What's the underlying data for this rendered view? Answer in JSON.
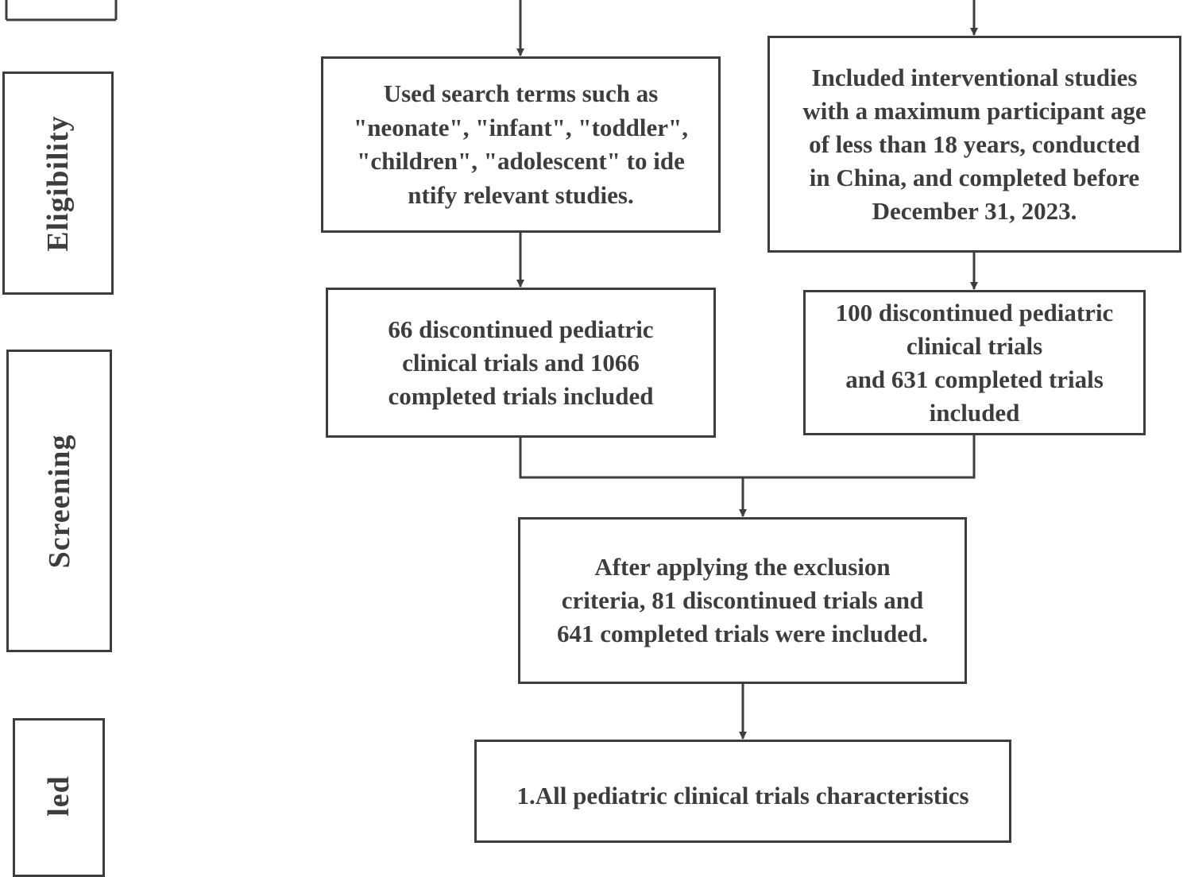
{
  "stages": {
    "eligibility": "Eligibility",
    "screening": "Screening",
    "enrolled_partial": "led"
  },
  "boxes": {
    "search_terms": "Used search terms such as\n\"neonate\", \"infant\", \"toddler\",\n\"children\", \"adolescent\" to ide\nntify relevant studies.",
    "inclusion_criteria": "Included interventional studies\nwith a maximum participant age\nof less than 18 years, conducted\nin China, and completed before\nDecember 31, 2023.",
    "left_count": "66 discontinued pediatric\nclinical trials and 1066\ncompleted trials included",
    "right_count": "100 discontinued pediatric\nclinical trials\nand 631 completed trials\nincluded",
    "after_exclusion": "After applying the exclusion\ncriteria, 81 discontinued trials and\n641 completed trials were included.",
    "final": "1.All pediatric clinical trials characteristics"
  },
  "colors": {
    "stroke": "#3d3d3d",
    "background": "#ffffff"
  }
}
